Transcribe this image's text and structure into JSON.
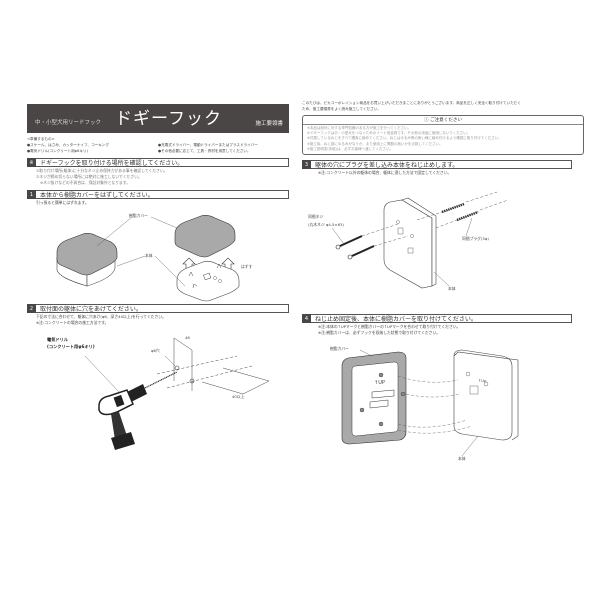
{
  "header": {
    "subtitle": "中・小型犬用リードフック",
    "title": "ドギーフック",
    "doc_type": "施工要領書"
  },
  "tools": {
    "heading": "<準備するもの>",
    "items": [
      "●スケール、はさみ、カッターナイフ、コーキング",
      "●充電式ドライバー、電動ドライバーまたはプラスドライバー",
      "●電気ドリル(コンクリート用φ6キリ)",
      "●その他必要に応じて、工具・資材を用意してください。"
    ]
  },
  "sections": {
    "check": {
      "num": "※",
      "title": "ドギーフックを取り付ける場所を確認してください。",
      "notes": [
        "①取り付け場所(躯体)に十分なネジ止め保持力がある事を確認してください。",
        "②ネジが締め切らない場所には絶対に施工しないでください。",
        "※ネジ抜けなどの不具合は、保証対象外となります。"
      ]
    },
    "step1": {
      "num": "1",
      "title": "本体から樹脂カバーをはずしてください。",
      "note": "引っ張ると簡単にはずれます。",
      "labels": {
        "cover": "樹脂カバー",
        "body": "本体",
        "remove": "はずす"
      }
    },
    "step2": {
      "num": "2",
      "title": "取付面の躯体に穴をあけてください。",
      "notes": [
        "下記の寸法に合わせて、躯体に穴あけ(φ6、深さ40以上)を行ってください。",
        "※注:コンクリートの場合の施工方法です。"
      ],
      "labels": {
        "drill": "電気ドリル",
        "drill_bit": "(コンクリート用φ6キリ)",
        "hole": "φ6穴",
        "pitch": "46",
        "depth": "40以上"
      }
    },
    "step3": {
      "num": "3",
      "title": "躯体の穴にプラグを差し込み本体をねじ止めします。",
      "note": "※注:コンクリート以外の躯体の場合、躯体に適した方法で固定してください。",
      "labels": {
        "screw": "同梱ネジ",
        "screw_spec": "(丸木ネジ φ4.5×63)",
        "plug": "同梱プラグ(5φ)",
        "body": "本体"
      }
    },
    "step4": {
      "num": "4",
      "title": "ねじ止め固定後、本体に樹脂カバーを取り付けてください。",
      "notes": [
        "※注:本体の↑UPマークと樹脂カバーの↑UPマークを合わせて取り付けてください。",
        "※注:樹脂カバーは、必ずフックを収納した状態で取り付けてください。"
      ],
      "labels": {
        "cover": "樹脂カバー",
        "body": "本体",
        "up_cover": "↑UP",
        "up_body": "↑Up"
      }
    }
  },
  "intro": {
    "lines": [
      "このたびは、ピカコーポレイション商品をお買い上げいただきまことにありがとうございます。商品を正しく安全く取り付けていただく",
      "ため、施工要領書をよく読み施工してください。"
    ]
  },
  "caution": {
    "title": "ⓘ ご注意ください",
    "items": [
      "※本品は設計に対する専門知識のある方が施工を行ってください。",
      "※ドギーフックは中・小型犬をつなぐためのリード用金具です。その他の用途に使用しないでください。",
      "※付属しているねじをすべて確実に締めてください。ねじはゆるみ等の無い様に締め付けるよう確認に取り付けてください。",
      "※施工後、ねじ部にゆるみがなうか、また使用上に問題の無いかを点検してください。",
      "※施工説明書(本紙)は、必ずお客様へ渡してください。"
    ]
  },
  "colors": {
    "header_bg": "#4a4645",
    "cover_gray": "#a9a9a9",
    "line": "#555555"
  }
}
